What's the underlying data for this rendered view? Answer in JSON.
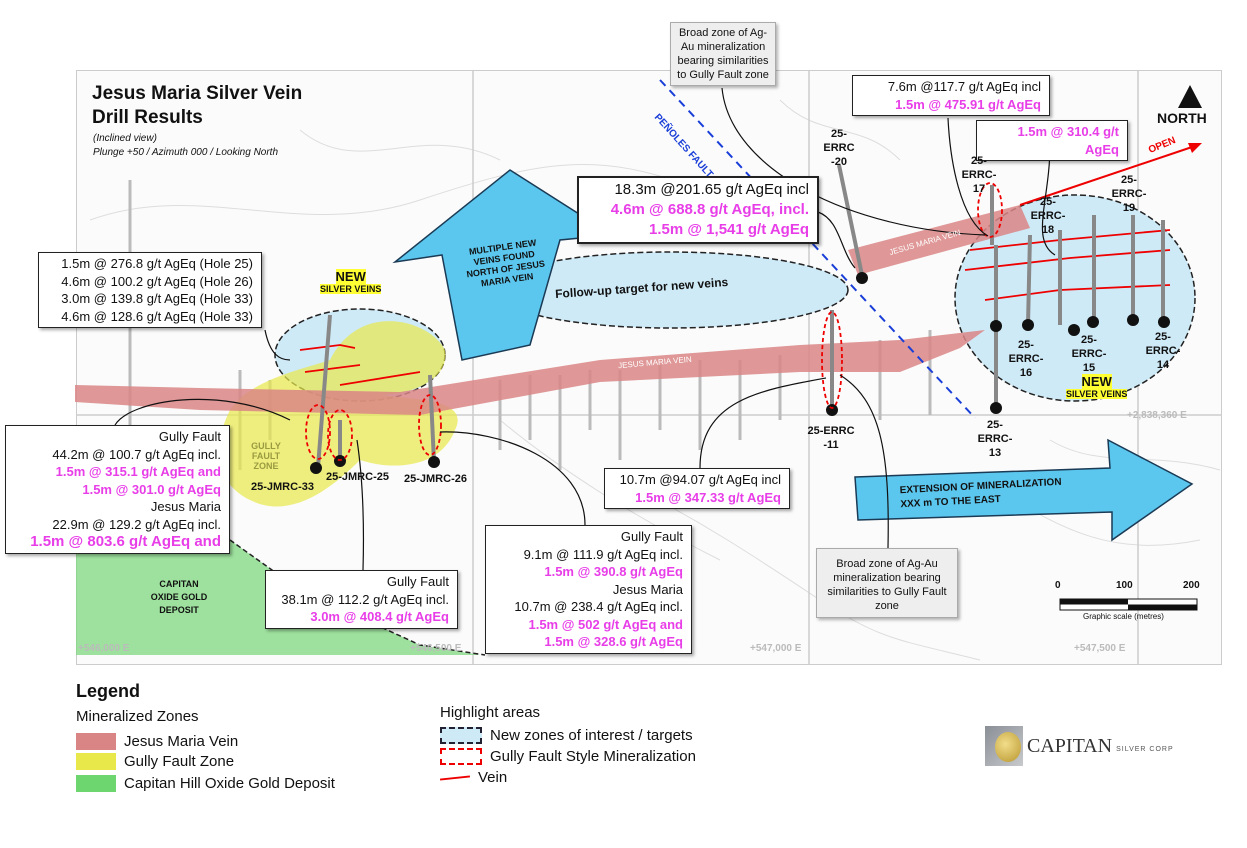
{
  "title": {
    "line1": "Jesus Maria Silver Vein",
    "line2": "Drill Results",
    "view": "(Inclined view)",
    "orientation": "Plunge +50 / Azimuth 000 / Looking North"
  },
  "north": "NORTH",
  "fault_label": "PEÑOLES FAULT",
  "open_label": "OPEN",
  "callouts": {
    "hole_summary": [
      "1.5m @ 276.8 g/t AgEq (Hole 25)",
      "4.6m @ 100.2 g/t AgEq (Hole 26)",
      "3.0m @ 139.8 g/t AgEq (Hole 33)",
      "4.6m @ 128.6 g/t AgEq (Hole 33)"
    ],
    "errc20": {
      "l1": "18.3m @201.65 g/t AgEq incl",
      "l2": "4.6m @ 688.8 g/t AgEq, incl.",
      "l3": "1.5m @ 1,541 g/t AgEq"
    },
    "errc17": {
      "l1": "7.6m @117.7 g/t AgEq incl",
      "l2": "1.5m @ 475.91 g/t AgEq"
    },
    "errc18": "1.5m @ 310.4 g/t AgEq",
    "broad_top": "Broad zone of Ag-Au mineralization bearing similarities to Gully Fault zone",
    "broad_bottom": "Broad zone of Ag-Au mineralization bearing similarities to Gully Fault zone",
    "errc11": {
      "l1": "10.7m @94.07 g/t AgEq incl",
      "l2": "1.5m @ 347.33 g/t AgEq"
    },
    "jmrc33": {
      "l1": "Gully Fault",
      "l2": "44.2m  @ 100.7 g/t AgEq incl.",
      "l3": "1.5m @ 315.1 g/t AgEq and",
      "l4": "1.5m @ 301.0 g/t AgEq",
      "l5": "Jesus Maria",
      "l6": "22.9m @ 129.2 g/t AgEq incl.",
      "l7": "1.5m @ 803.6 g/t AgEq and"
    },
    "jmrc25": {
      "l1": "Gully Fault",
      "l2": "38.1m @ 112.2 g/t AgEq incl.",
      "l3": "3.0m @ 408.4 g/t AgEq"
    },
    "jmrc26": {
      "l1": "Gully Fault",
      "l2": "9.1m @ 111.9 g/t AgEq incl.",
      "l3": "1.5m @ 390.8 g/t AgEq",
      "l4": "Jesus Maria",
      "l5": "10.7m @ 238.4 g/t AgEq incl.",
      "l6": "1.5m @ 502 g/t AgEq and",
      "l7": "1.5m @ 328.6 g/t AgEq"
    }
  },
  "labels": {
    "new1": "NEW",
    "silver1": "SILVER VEINS",
    "new2": "NEW",
    "silver2": "SILVER VEINS",
    "multiple": "MULTIPLE NEW VEINS FOUND NORTH OF JESUS MARIA VEIN",
    "followup": "Follow-up target for new veins",
    "jm_vein": "JESUS MARIA VEIN",
    "jm_vein2": "JESUS MARIA VEIN",
    "gully_zone": "GULLY FAULT ZONE",
    "capitan": "CAPITAN OXIDE GOLD DEPOSIT",
    "extension1": "EXTENSION OF MINERALIZATION",
    "extension2": "XXX m TO THE EAST"
  },
  "holes": {
    "jmrc33": "25-JMRC-33",
    "jmrc25": "25-JMRC-25",
    "jmrc26": "25-JMRC-26",
    "errc20": "25-ERRC -20",
    "errc17": "25-ERRC- 17",
    "errc18": "25-ERRC- 18",
    "errc19": "25-ERRC- 19",
    "errc16": "25-ERRC- 16",
    "errc15": "25-ERRC- 15",
    "errc14": "25-ERRC- 14",
    "errc13": "25-ERRC- 13",
    "errc11": "25-ERRC -11"
  },
  "coords": {
    "e546000": "+546,000 E",
    "e546500": "+546,500 E",
    "e547000": "+547,000 E",
    "e547500": "+547,500 E",
    "n2838360": "+2,838,360 E"
  },
  "scale": {
    "t0": "0",
    "t100": "100",
    "t200": "200",
    "caption": "Graphic scale (metres)"
  },
  "legend": {
    "title": "Legend",
    "zones_title": "Mineralized Zones",
    "zones": [
      "Jesus Maria Vein",
      "Gully Fault Zone",
      "Capitan Hill Oxide Gold Deposit"
    ],
    "highlight_title": "Highlight areas",
    "highlights": [
      "New zones of interest / targets",
      "Gully Fault Style Mineralization",
      "Vein"
    ]
  },
  "colors": {
    "jm_vein": "#d98585",
    "gully": "#e8e84a",
    "capitan": "#6ed66e",
    "target": "#cfeaf7",
    "magenta": "#e83ee8",
    "arrow": "#5bc6ee"
  },
  "logo": {
    "name": "CAPITAN",
    "suffix": "SILVER CORP"
  }
}
